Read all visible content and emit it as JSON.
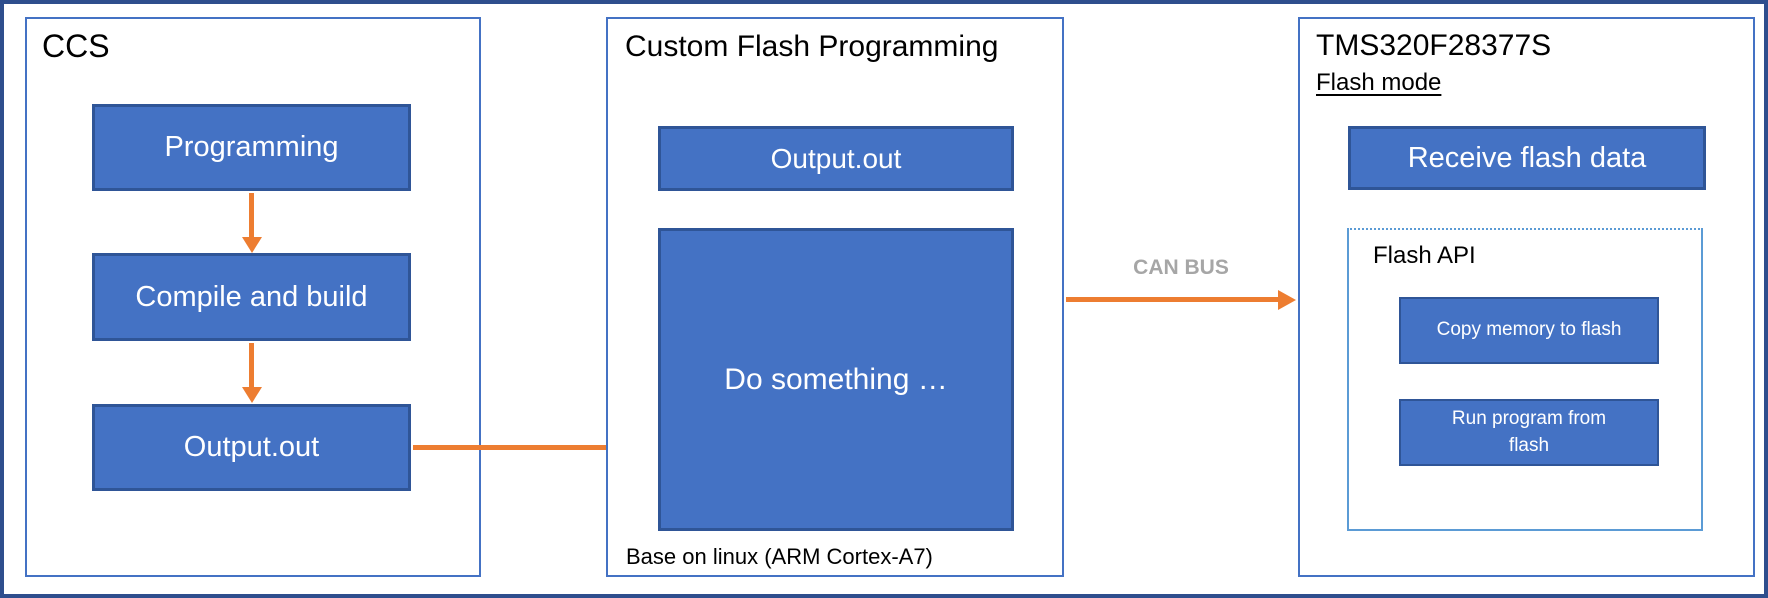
{
  "colors": {
    "box_fill": "#4472C4",
    "box_border": "#2F5597",
    "container_border": "#4472C4",
    "frame_border": "#2E4E8D",
    "arrow": "#ED7D31",
    "bus_label": "#A6A6A6",
    "subbox_border": "#5B9BD5"
  },
  "panels": {
    "ccs": {
      "title": "CCS",
      "boxes": [
        "Programming",
        "Compile and build",
        "Output.out"
      ]
    },
    "custom": {
      "title": "Custom Flash Programming",
      "output_box": "Output.out",
      "do_box": "Do something …",
      "caption": "Base on linux (ARM Cortex-A7)"
    },
    "tms": {
      "title": "TMS320F28377S",
      "subtitle": "Flash mode",
      "receive_box": "Receive flash data",
      "flash_api": {
        "label": "Flash API",
        "boxes": [
          "Copy memory to flash",
          "Run program from flash"
        ]
      }
    }
  },
  "connections": {
    "can_bus_label": "CAN BUS"
  }
}
